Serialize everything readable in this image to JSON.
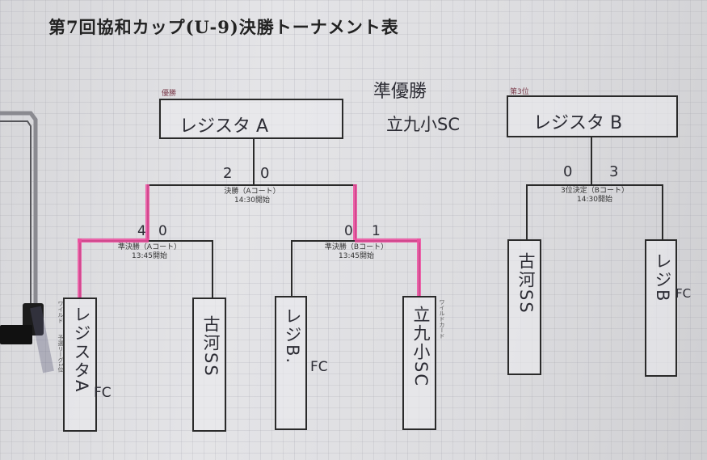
{
  "title": "第7回協和カップ(U-9)決勝トーナメント表",
  "champion": {
    "label": "優勝",
    "team": "レジスタ A"
  },
  "runner_up": {
    "label": "準優勝",
    "team": "立九小SC"
  },
  "third": {
    "label": "第3位",
    "team": "レジスタ B"
  },
  "final": {
    "name": "決勝（Aコート）",
    "time": "14:30開始",
    "score_left": "2",
    "score_right": "0"
  },
  "semi_a": {
    "name": "準決勝（Aコート）",
    "time": "13:45開始",
    "score_left": "4",
    "score_right": "0"
  },
  "semi_b": {
    "name": "準決勝（Bコート）",
    "time": "13:45開始",
    "score_left": "0",
    "score_right": "1"
  },
  "third_match": {
    "name": "3位決定（Bコート）",
    "time": "14:30開始",
    "score_left": "0",
    "score_right": "3"
  },
  "teams": {
    "t1": "レジスタA",
    "t1_suffix": "FC",
    "t1_note_a": "ワイルド",
    "t1_note_b": "予選リーグ1位",
    "t2": "古河SS",
    "t3": "レジB.",
    "t3_suffix": "FC",
    "t4": "立九小SC",
    "t4_note": "ワイルドカード",
    "t5": "古河SS",
    "t6": "レジB",
    "t6_suffix": "FC"
  }
}
